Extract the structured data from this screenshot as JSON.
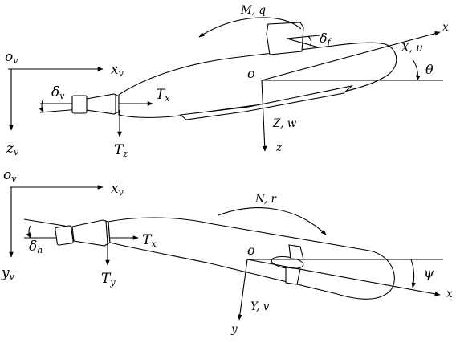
{
  "colors": {
    "ink": "#000000",
    "paper": "#ffffff"
  },
  "top_view": {
    "frame_origin": "o",
    "frame_origin_sub": "v",
    "frame_x": "x",
    "frame_x_sub": "v",
    "frame_z": "z",
    "frame_z_sub": "v",
    "moment_label": "M, q",
    "fin_angle": "δ",
    "fin_angle_sub": "f",
    "force_x_label": "X, u",
    "axis_x": "x",
    "pitch_angle": "θ",
    "body_origin": "o",
    "force_z_label": "Z, w",
    "axis_z": "z",
    "rudder_angle": "δ",
    "rudder_angle_sub": "v",
    "thrust_x": "T",
    "thrust_x_sub": "x",
    "thrust_z": "T",
    "thrust_z_sub": "z"
  },
  "bottom_view": {
    "frame_origin": "o",
    "frame_origin_sub": "v",
    "frame_x": "x",
    "frame_x_sub": "v",
    "frame_y": "y",
    "frame_y_sub": "v",
    "moment_label": "N, r",
    "rudder_angle": "δ",
    "rudder_angle_sub": "h",
    "thrust_x": "T",
    "thrust_x_sub": "x",
    "thrust_y": "T",
    "thrust_y_sub": "y",
    "body_origin": "o",
    "yaw_angle": "ψ",
    "force_y_label": "Y, v",
    "axis_x": "x",
    "axis_y": "y"
  }
}
